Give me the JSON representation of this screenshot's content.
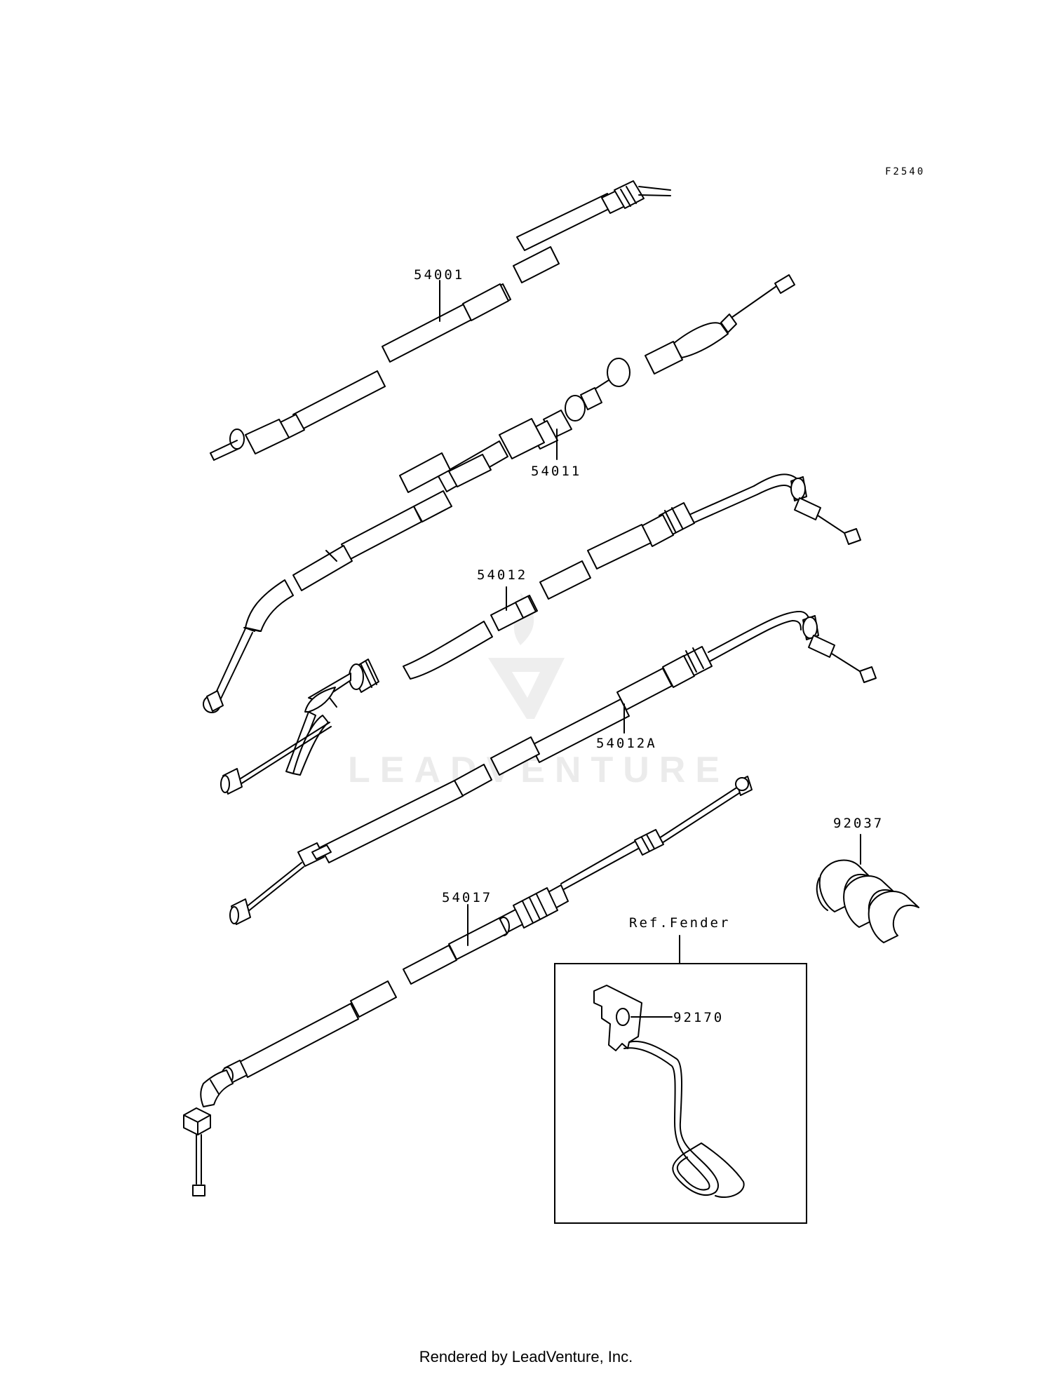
{
  "diagram": {
    "figure_code": "F2540",
    "parts": [
      {
        "id": "speedometer-cable",
        "number": "54001"
      },
      {
        "id": "tachometer-cable",
        "number": "54011"
      },
      {
        "id": "throttle-cable-1",
        "number": "54012"
      },
      {
        "id": "throttle-cable-2",
        "number": "54012A"
      },
      {
        "id": "choke-cable",
        "number": "54017"
      },
      {
        "id": "cable-clamp",
        "number": "92037"
      },
      {
        "id": "bracket",
        "number": "92170"
      }
    ],
    "reference_label": "Ref.Fender"
  },
  "watermark": {
    "text": "LEADVENTURE"
  },
  "footer": {
    "text": "Rendered by LeadVenture, Inc."
  }
}
